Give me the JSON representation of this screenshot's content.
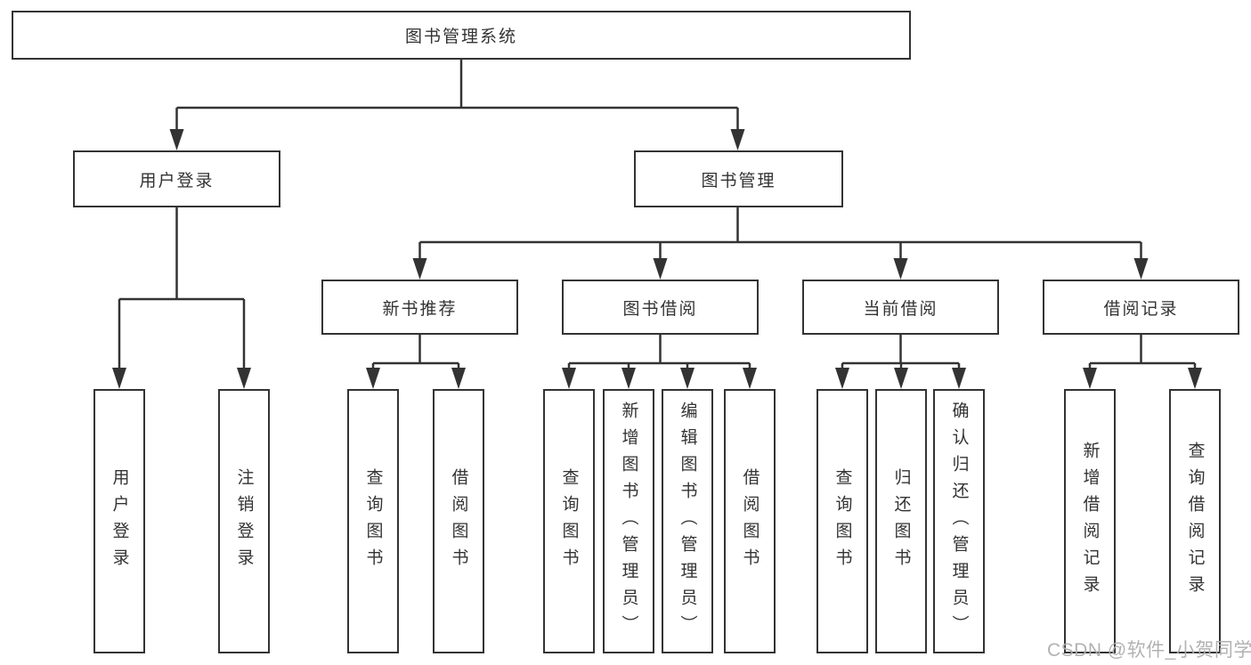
{
  "diagram": {
    "type": "hierarchy-tree",
    "colors": {
      "line": "#333333",
      "text": "#333333",
      "box_fill": "#ffffff",
      "background": "#ffffff",
      "watermark": "#aeaeae"
    },
    "nodes": {
      "root": "图书管理系统",
      "user_login": "用户登录",
      "book_mgmt": "图书管理",
      "new_book_rec": "新书推荐",
      "book_borrowing": "图书借阅",
      "current_borrowing": "当前借阅",
      "borrowing_records": "借阅记录",
      "leaf_user_login": "用户登录",
      "leaf_logout": "注销登录",
      "leaf_nb_query_book": "查询图书",
      "leaf_nb_borrow_book": "借阅图书",
      "leaf_bb_query_book": "查询图书",
      "leaf_bb_add_book": "新增图书（管理员）",
      "leaf_bb_edit_book": "编辑图书（管理员）",
      "leaf_bb_borrow_book": "借阅图书",
      "leaf_cb_query_book": "查询图书",
      "leaf_cb_return_book": "归还图书",
      "leaf_cb_confirm_return": "确认归还（管理员）",
      "leaf_br_add_record": "新增借阅记录",
      "leaf_br_query_record": "查询借阅记录"
    },
    "structure": {
      "图书管理系统": [
        "用户登录",
        "图书管理"
      ],
      "用户登录": [
        "用户登录",
        "注销登录"
      ],
      "图书管理": [
        "新书推荐",
        "图书借阅",
        "当前借阅",
        "借阅记录"
      ],
      "新书推荐": [
        "查询图书",
        "借阅图书"
      ],
      "图书借阅": [
        "查询图书",
        "新增图书（管理员）",
        "编辑图书（管理员）",
        "借阅图书"
      ],
      "当前借阅": [
        "查询图书",
        "归还图书",
        "确认归还（管理员）"
      ],
      "借阅记录": [
        "新增借阅记录",
        "查询借阅记录"
      ]
    },
    "watermark": "CSDN @软件_小贺同学"
  }
}
